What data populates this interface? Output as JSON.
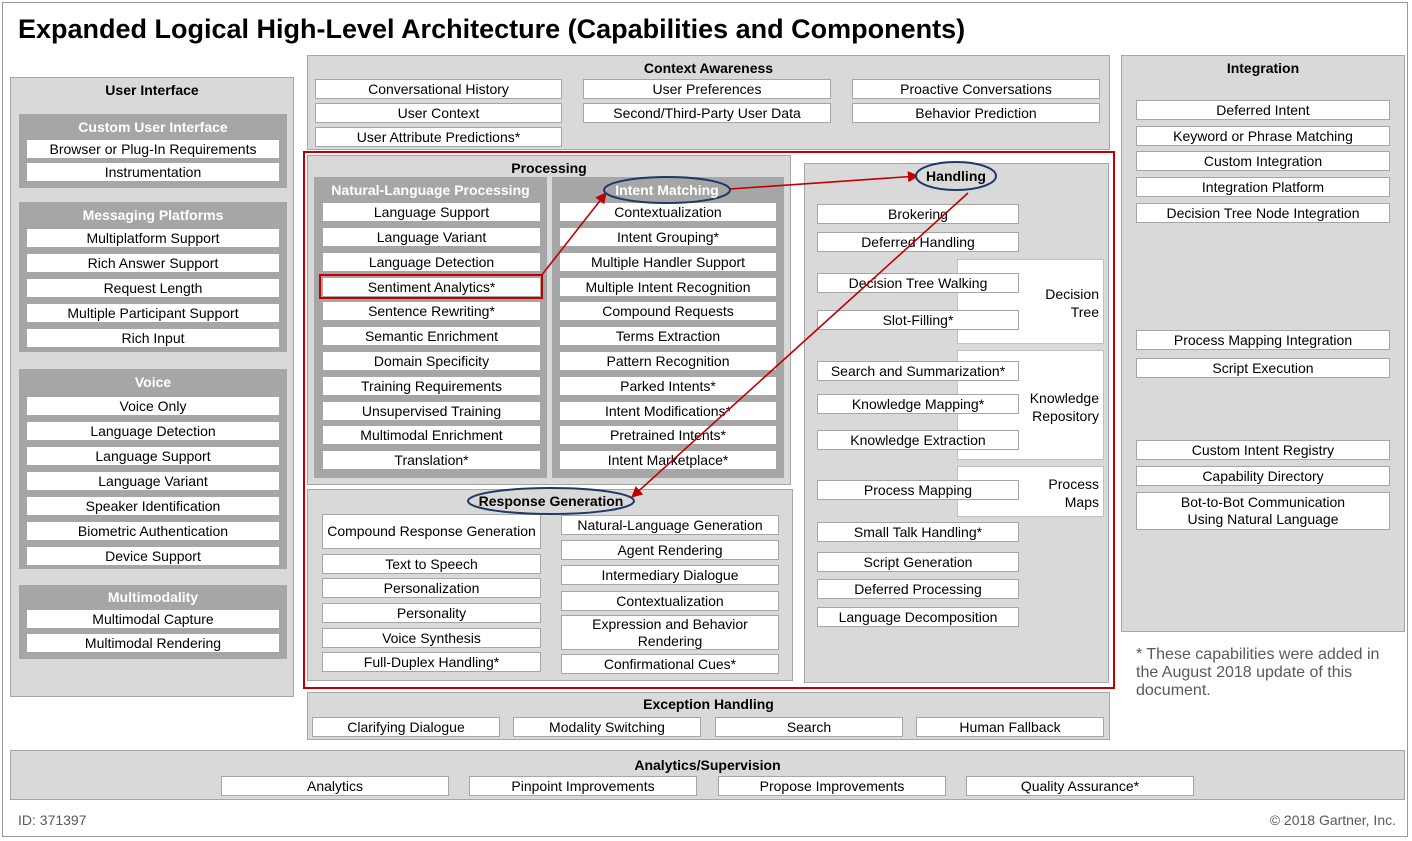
{
  "title": "Expanded Logical High-Level Architecture (Capabilities and Components)",
  "user_interface": {
    "label": "User Interface",
    "custom": {
      "label": "Custom User Interface",
      "items": [
        "Browser or Plug-In Requirements",
        "Instrumentation"
      ]
    },
    "messaging": {
      "label": "Messaging Platforms",
      "items": [
        "Multiplatform Support",
        "Rich Answer Support",
        "Request Length",
        "Multiple Participant Support",
        "Rich Input"
      ]
    },
    "voice": {
      "label": "Voice",
      "items": [
        "Voice Only",
        "Language Detection",
        "Language Support",
        "Language Variant",
        "Speaker Identification",
        "Biometric Authentication",
        "Device Support"
      ]
    },
    "multimodality": {
      "label": "Multimodality",
      "items": [
        "Multimodal Capture",
        "Multimodal Rendering"
      ]
    }
  },
  "context_awareness": {
    "label": "Context Awareness",
    "items": [
      "Conversational History",
      "User Preferences",
      "Proactive Conversations",
      "User Context",
      "Second/Third-Party User Data",
      "Behavior Prediction",
      "User Attribute Predictions*"
    ]
  },
  "processing": {
    "label": "Processing",
    "nlp": {
      "label": "Natural-Language Processing",
      "items": [
        "Language Support",
        "Language Variant",
        "Language Detection",
        "Sentiment Analytics*",
        "Sentence Rewriting*",
        "Semantic Enrichment",
        "Domain Specificity",
        "Training Requirements",
        "Unsupervised Training",
        "Multimodal Enrichment",
        "Translation*"
      ]
    },
    "intent": {
      "label": "Intent Matching",
      "items": [
        "Contextualization",
        "Intent Grouping*",
        "Multiple Handler Support",
        "Multiple Intent Recognition",
        "Compound Requests",
        "Terms Extraction",
        "Pattern Recognition",
        "Parked Intents*",
        "Intent Modifications*",
        "Pretrained Intents*",
        "Intent Marketplace*"
      ]
    }
  },
  "response_generation": {
    "label": "Response Generation",
    "left": [
      "Compound Response Generation",
      "Text to Speech",
      "Personalization",
      "Personality",
      "Voice Synthesis",
      "Full-Duplex Handling*"
    ],
    "right": [
      "Natural-Language Generation",
      "Agent Rendering",
      "Intermediary Dialogue",
      "Contextualization",
      "Expression and Behavior Rendering",
      "Confirmational Cues*"
    ]
  },
  "handling": {
    "label": "Handling",
    "items": [
      "Brokering",
      "Deferred Handling",
      "Decision Tree Walking",
      "Slot-Filling*",
      "Search and Summarization*",
      "Knowledge Mapping*",
      "Knowledge Extraction",
      "Process Mapping",
      "Small Talk Handling*",
      "Script Generation",
      "Deferred Processing",
      "Language Decomposition"
    ],
    "groups": [
      "Decision Tree",
      "Knowledge Repository",
      "Process Maps"
    ]
  },
  "integration": {
    "label": "Integration",
    "items": [
      "Deferred Intent",
      "Keyword or Phrase Matching",
      "Custom Integration",
      "Integration Platform",
      "Decision Tree Node Integration",
      "Process Mapping Integration",
      "Script Execution",
      "Custom Intent Registry",
      "Capability Directory",
      "Bot-to-Bot Communication Using Natural Language"
    ]
  },
  "note": "* These capabilities were added in the August 2018 update of this document.",
  "exception_handling": {
    "label": "Exception Handling",
    "items": [
      "Clarifying Dialogue",
      "Modality Switching",
      "Search",
      "Human Fallback"
    ]
  },
  "analytics": {
    "label": "Analytics/Supervision",
    "items": [
      "Analytics",
      "Pinpoint Improvements",
      "Propose Improvements",
      "Quality Assurance*"
    ]
  },
  "footer": {
    "id": "ID: 371397",
    "copyright": "© 2018 Gartner, Inc."
  },
  "colors": {
    "panel": "#d9d9d9",
    "subpanel": "#a6a6a6",
    "highlight": "#c00000",
    "circle": "#1f3864"
  }
}
